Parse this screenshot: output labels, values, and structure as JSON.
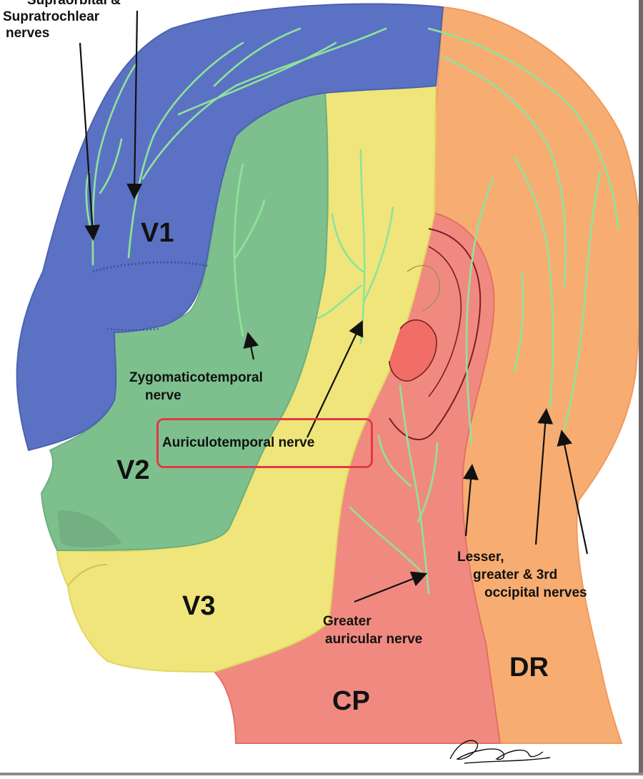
{
  "regions": {
    "v1": "V1",
    "v2": "V2",
    "v3": "V3",
    "cp": "CP",
    "dr": "DR"
  },
  "labels": {
    "supraorbital_line1": "Supraorbital &",
    "supraorbital_line2": "Supratrochlear",
    "supraorbital_line3": "nerves",
    "zygomatico_line1": "Zygomaticotemporal",
    "zygomatico_line2": "nerve",
    "auriculotemporal": "Auriculotemporal nerve",
    "greater_auricular_line1": "Greater",
    "greater_auricular_line2": "auricular nerve",
    "occipital_line1": "Lesser,",
    "occipital_line2": "greater & 3rd",
    "occipital_line3": "occipital nerves"
  },
  "colors": {
    "v1": "#5b72c4",
    "v2": "#7dc08e",
    "v3": "#efe57a",
    "cp": "#f08a80",
    "dr": "#f7ad72",
    "nerve": "#8fe39a",
    "highlight": "#e03a48"
  },
  "highlighted_label": "Auriculotemporal nerve"
}
